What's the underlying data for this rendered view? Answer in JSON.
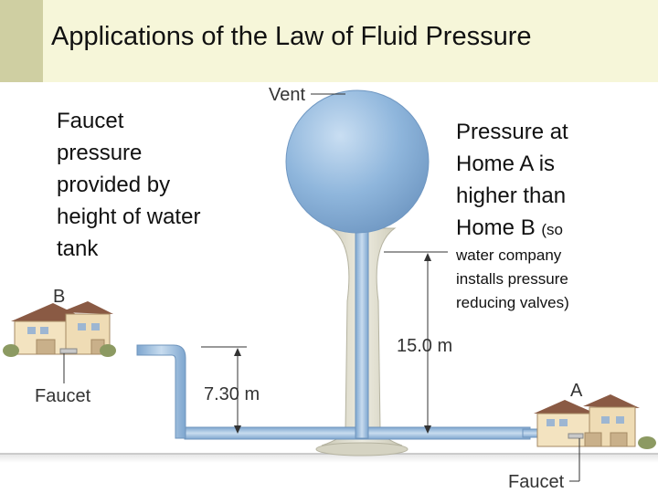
{
  "title": "Applications of the Law of Fluid Pressure",
  "left_text": [
    "Faucet",
    "pressure",
    "provided by",
    "height of water",
    "tank"
  ],
  "right_text": {
    "main": [
      "Pressure at",
      "Home A is",
      "higher than"
    ],
    "last_main": "Home B",
    "last_small": "(so",
    "small": [
      "water company",
      "installs pressure",
      "reducing valves)"
    ]
  },
  "diagram": {
    "vent_label": "Vent",
    "home_b_label": "B",
    "home_a_label": "A",
    "faucet_b_label": "Faucet",
    "faucet_a_label": "Faucet",
    "height_b": "7.30 m",
    "height_a": "15.0 m"
  },
  "colors": {
    "water": "#8fb6dc",
    "pipe_outline": "#6f95bd",
    "tank_stand": "#d9d7c6",
    "title_bg": "#f6f6d9",
    "title_accent": "#cfcfa2"
  }
}
